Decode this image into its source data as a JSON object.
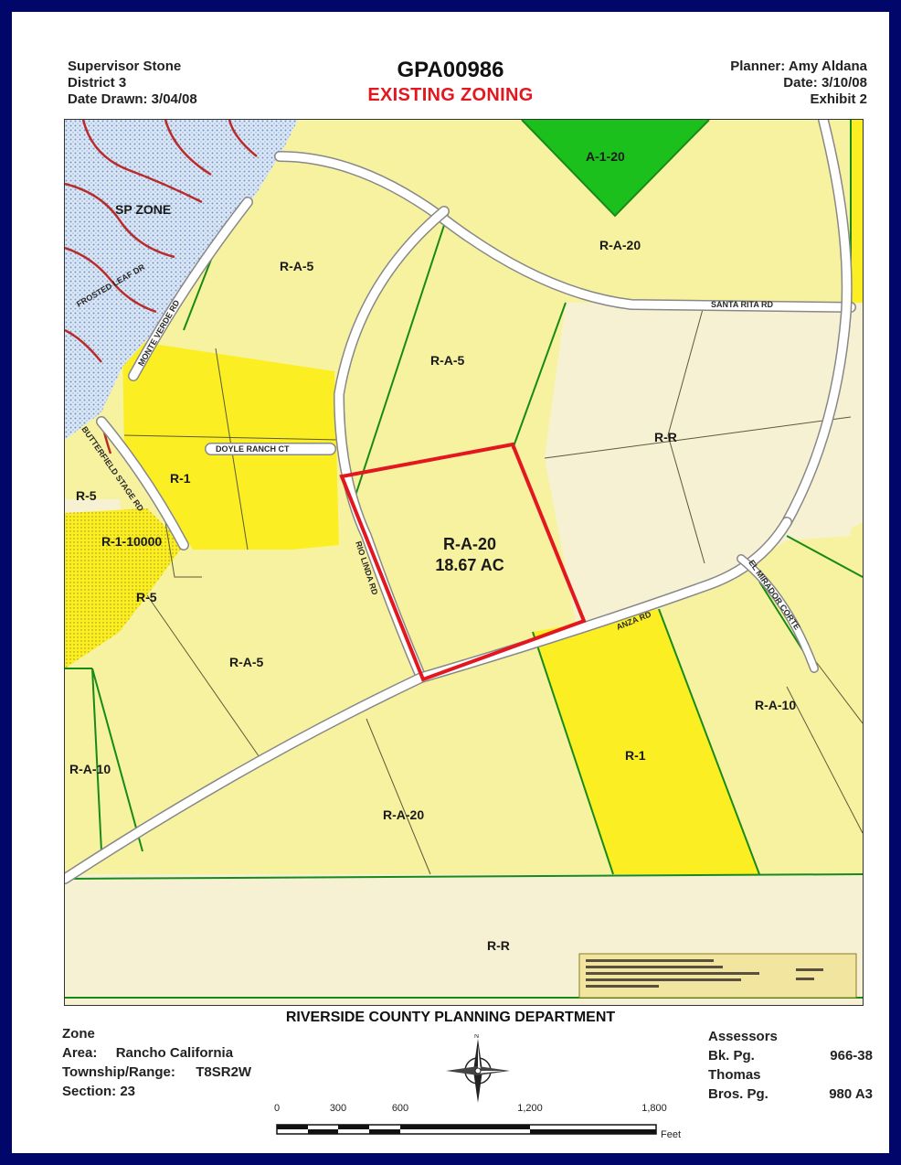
{
  "header": {
    "supervisor": "Supervisor Stone",
    "district": "District 3",
    "date_drawn": "Date Drawn:  3/04/08",
    "case_number": "GPA00986",
    "map_title": "EXISTING ZONING",
    "planner": "Planner: Amy Aldana",
    "date": "Date: 3/10/08",
    "exhibit": "Exhibit 2"
  },
  "zones": {
    "a120": "A-1-20",
    "ra20_north": "R-A-20",
    "sp_zone": "SP ZONE",
    "ra5_nw": "R-A-5",
    "ra5_center": "R-A-5",
    "rr_east": "R-R",
    "r1_west": "R-1",
    "r5_west": "R-5",
    "r1_10000": "R-1-10000",
    "r5_sw": "R-5",
    "ra5_south": "R-A-5",
    "ra10_west": "R-A-10",
    "ra20_south": "R-A-20",
    "r1_south": "R-1",
    "ra10_east": "R-A-10",
    "rr_south": "R-R"
  },
  "subject_parcel": {
    "zone": "R-A-20",
    "acreage": "18.67 AC",
    "outline_color": "#e3171f"
  },
  "streets": {
    "santa_rita": "SANTA RITA RD",
    "doyle_ranch": "DOYLE RANCH CT",
    "butterfield": "BUTTERFIELD STAGE RD",
    "anza": "ANZA RD",
    "rio_linda": "RIO LINDA RD",
    "el_mirador": "EL MIRADOR CORTE",
    "monte_verde": "MONTE VERDE RD",
    "frosted_leaf": "FROSTED LEAF DR"
  },
  "colors": {
    "frame_border": "#00066a",
    "yellow_zone": "#f7f2a0",
    "bright_yellow_zone": "#fbef24",
    "rr_zone": "#f6f1d2",
    "green_zone": "#1cc01c",
    "blue_zone": "#c8daf0",
    "road": "#ffffff",
    "parcel_line": "#188a18",
    "title_red": "#e3171f"
  },
  "footer": {
    "department": "RIVERSIDE COUNTY PLANNING DEPARTMENT",
    "zone_label": "Zone",
    "area_label": "Area:",
    "area_value": "Rancho California",
    "township_label": "Township/Range:",
    "township_value": "T8SR2W",
    "section": "Section:  23",
    "assessors": "Assessors",
    "bk_pg_label": "Bk. Pg.",
    "bk_pg_value": "966-38",
    "thomas": "Thomas",
    "bros_pg_label": "Bros. Pg.",
    "bros_pg_value": "980 A3"
  },
  "scale": {
    "ticks": [
      "0",
      "300",
      "600",
      "1,200",
      "1,800"
    ],
    "unit": "Feet"
  }
}
